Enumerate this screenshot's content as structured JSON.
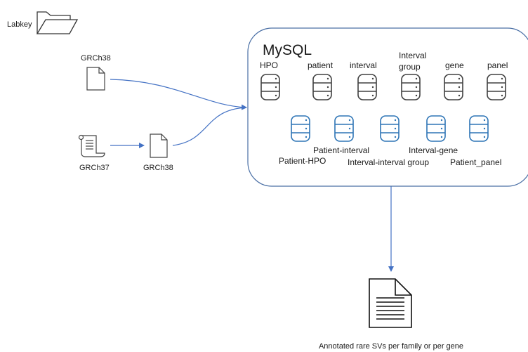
{
  "sources": {
    "labkey": "Labkey",
    "grch38_top": "GRCh38",
    "grch37": "GRCh37",
    "grch38_converted": "GRCh38"
  },
  "database": {
    "title": "MySQL",
    "tables": [
      "HPO",
      "patient",
      "interval",
      "Interval group",
      "gene",
      "panel"
    ],
    "link_tables": [
      "Patient-HPO",
      "Patient-interval",
      "Interval-interval group",
      "Interval-gene",
      "Patient_panel"
    ]
  },
  "output": {
    "label": "Annotated rare SVs per family or per gene"
  },
  "colors": {
    "arrow": "#4472c4",
    "box_border": "#4a6fa5",
    "db_gray": "#404040",
    "db_blue": "#2e75b6"
  }
}
